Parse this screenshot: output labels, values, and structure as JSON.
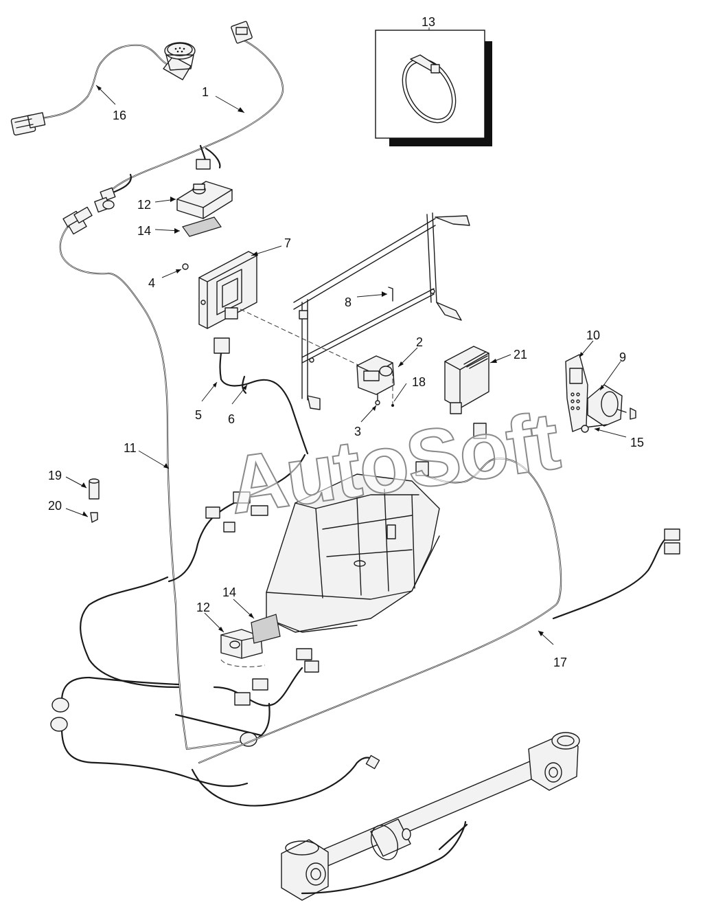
{
  "diagram": {
    "watermark": "AutoSoft",
    "callouts": [
      {
        "id": "c1",
        "label": "1"
      },
      {
        "id": "c2",
        "label": "2"
      },
      {
        "id": "c3",
        "label": "3"
      },
      {
        "id": "c4",
        "label": "4"
      },
      {
        "id": "c5",
        "label": "5"
      },
      {
        "id": "c6",
        "label": "6"
      },
      {
        "id": "c7",
        "label": "7"
      },
      {
        "id": "c8",
        "label": "8"
      },
      {
        "id": "c9",
        "label": "9"
      },
      {
        "id": "c10",
        "label": "10"
      },
      {
        "id": "c11",
        "label": "11"
      },
      {
        "id": "c12a",
        "label": "12"
      },
      {
        "id": "c12b",
        "label": "12"
      },
      {
        "id": "c13",
        "label": "13"
      },
      {
        "id": "c14a",
        "label": "14"
      },
      {
        "id": "c14b",
        "label": "14"
      },
      {
        "id": "c15",
        "label": "15"
      },
      {
        "id": "c16",
        "label": "16"
      },
      {
        "id": "c17",
        "label": "17"
      },
      {
        "id": "c18",
        "label": "18"
      },
      {
        "id": "c19",
        "label": "19"
      },
      {
        "id": "c20",
        "label": "20"
      },
      {
        "id": "c21",
        "label": "21"
      }
    ]
  }
}
